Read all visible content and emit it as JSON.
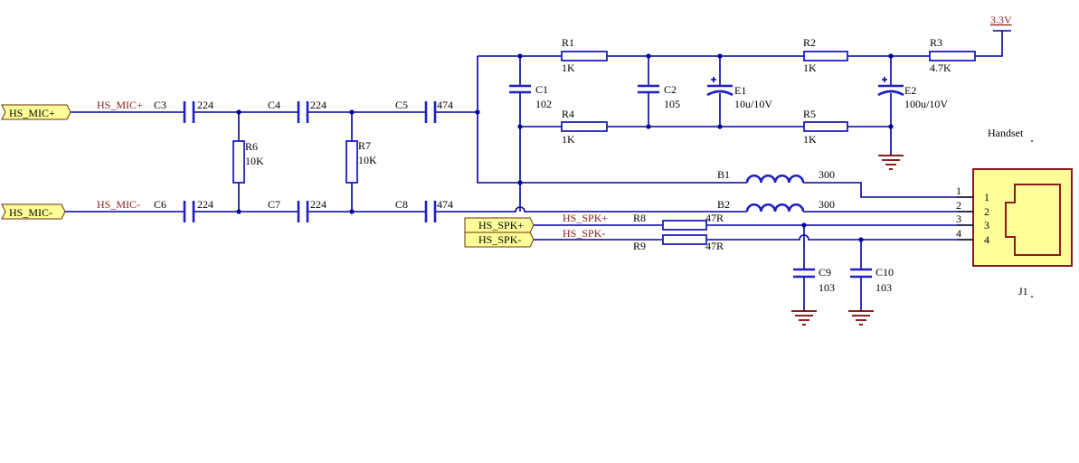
{
  "ports": {
    "hs_mic_p": "HS_MIC+",
    "hs_mic_n": "HS_MIC-",
    "hs_spk_p": "HS_SPK+",
    "hs_spk_n": "HS_SPK-"
  },
  "nets": {
    "hs_mic_p": "HS_MIC+",
    "hs_mic_n": "HS_MIC-",
    "hs_spk_p": "HS_SPK+",
    "hs_spk_n": "HS_SPK-"
  },
  "power": {
    "v33": "3.3V"
  },
  "components": {
    "C3": {
      "ref": "C3",
      "value": "224"
    },
    "C4": {
      "ref": "C4",
      "value": "224"
    },
    "C5": {
      "ref": "C5",
      "value": "474"
    },
    "C6": {
      "ref": "C6",
      "value": "224"
    },
    "C7": {
      "ref": "C7",
      "value": "224"
    },
    "C8": {
      "ref": "C8",
      "value": "474"
    },
    "R6": {
      "ref": "R6",
      "value": "10K"
    },
    "R7": {
      "ref": "R7",
      "value": "10K"
    },
    "C1": {
      "ref": "C1",
      "value": "102"
    },
    "C2": {
      "ref": "C2",
      "value": "105"
    },
    "E1": {
      "ref": "E1",
      "value": "10u/10V"
    },
    "E2": {
      "ref": "E2",
      "value": "100u/10V"
    },
    "R1": {
      "ref": "R1",
      "value": "1K"
    },
    "R2": {
      "ref": "R2",
      "value": "1K"
    },
    "R3": {
      "ref": "R3",
      "value": "4.7K"
    },
    "R4": {
      "ref": "R4",
      "value": "1K"
    },
    "R5": {
      "ref": "R5",
      "value": "1K"
    },
    "B1": {
      "ref": "B1",
      "value": "300"
    },
    "B2": {
      "ref": "B2",
      "value": "300"
    },
    "R8": {
      "ref": "R8",
      "value": "47R"
    },
    "R9": {
      "ref": "R9",
      "value": "47R"
    },
    "C9": {
      "ref": "C9",
      "value": "103"
    },
    "C10": {
      "ref": "C10",
      "value": "103"
    }
  },
  "connector": {
    "ref": "J1",
    "name": "Handset",
    "pins_out": [
      "1",
      "2",
      "3",
      "4"
    ],
    "pins_in": [
      "1",
      "2",
      "3",
      "4"
    ]
  },
  "colors": {
    "wire": "#0000a0",
    "component": "#1f1fbf",
    "ground": "#7a0000",
    "port_fill": "#ffff99",
    "net_label": "#8b1a1a"
  }
}
